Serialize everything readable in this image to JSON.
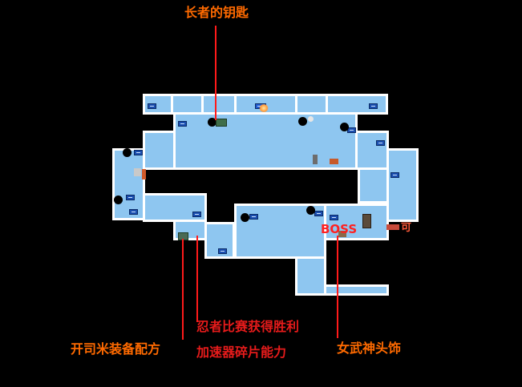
{
  "callouts": {
    "elder_key": "长者的钥匙",
    "ninja_victory": "忍者比赛获得胜利",
    "accelerator_fragment": "加速器碎片能力",
    "kaisimi_recipe": "开司米装备配方",
    "valkyrie_headgear": "女武神头饰"
  },
  "map": {
    "boss_label": "BOSS",
    "exit_label": "可"
  },
  "colors": {
    "room_fill": "#8ec6f0",
    "room_border": "#ffffff",
    "chest": "#1b4fb0",
    "callout_orange": "#ff6a00",
    "callout_red": "#e61b1b",
    "pointer_line": "#ff1a1a"
  }
}
